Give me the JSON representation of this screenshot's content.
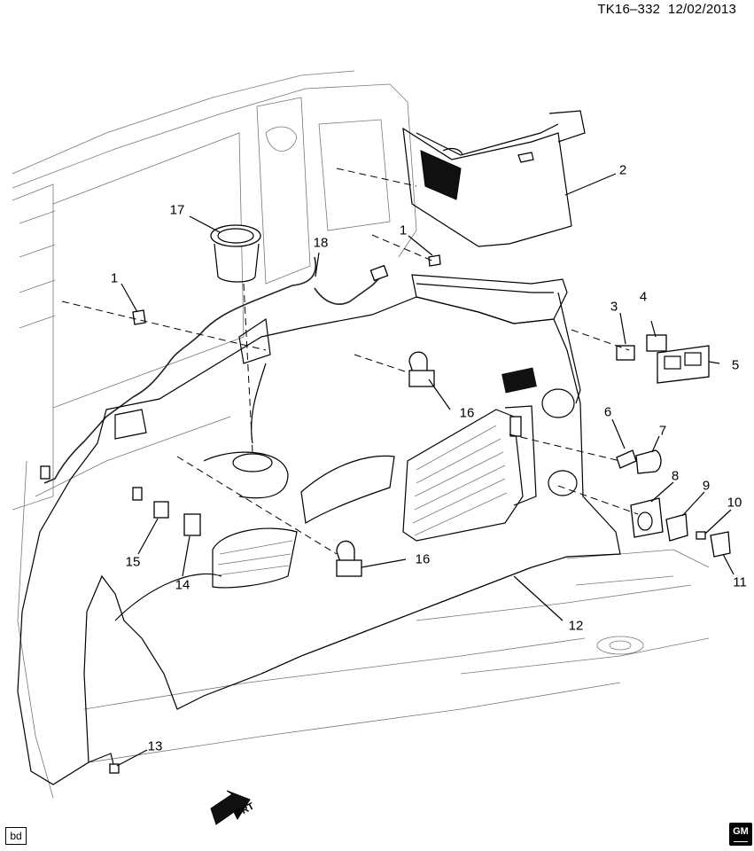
{
  "header": {
    "code": "TK16–332",
    "date": "12/02/2013"
  },
  "callouts": {
    "c1a": "1",
    "c1b": "1",
    "c2": "2",
    "c3": "3",
    "c4": "4",
    "c5": "5",
    "c6": "6",
    "c7": "7",
    "c8": "8",
    "c9": "9",
    "c10": "10",
    "c11": "11",
    "c12": "12",
    "c13": "13",
    "c14": "14",
    "c15": "15",
    "c16a": "16",
    "c16b": "16",
    "c17": "17",
    "c18": "18"
  },
  "footer": {
    "tag": "bd",
    "frt": "FRT",
    "logo": "GM"
  },
  "colors": {
    "line": "#000000",
    "background": "#ffffff",
    "light_line": "#777777"
  }
}
